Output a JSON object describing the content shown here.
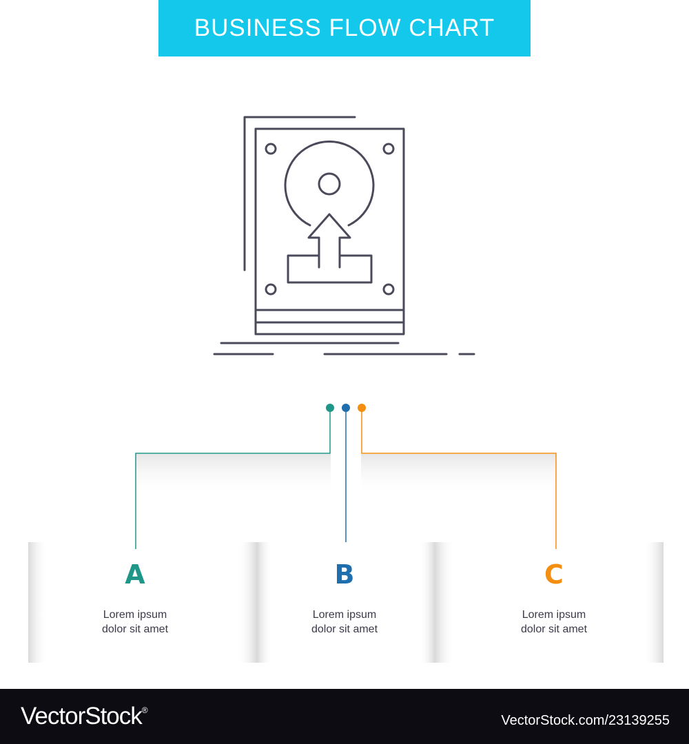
{
  "title": "BUSINESS FLOW CHART",
  "colors": {
    "banner": "#13c8eb",
    "a": "#1e9688",
    "b": "#1f6fae",
    "c": "#f38e10",
    "icon_stroke": "#4a4a5a",
    "footer_bg": "#0c0c12"
  },
  "icon": "hard-drive-upload-icon",
  "steps": [
    {
      "label": "A",
      "line1": "Lorem ipsum",
      "line2": "dolor sit amet"
    },
    {
      "label": "B",
      "line1": "Lorem ipsum",
      "line2": "dolor sit amet"
    },
    {
      "label": "C",
      "line1": "Lorem ipsum",
      "line2": "dolor sit amet"
    }
  ],
  "footer": {
    "brand": "VectorStock",
    "registered_mark": "®",
    "image_id": "VectorStock.com/23139255"
  }
}
